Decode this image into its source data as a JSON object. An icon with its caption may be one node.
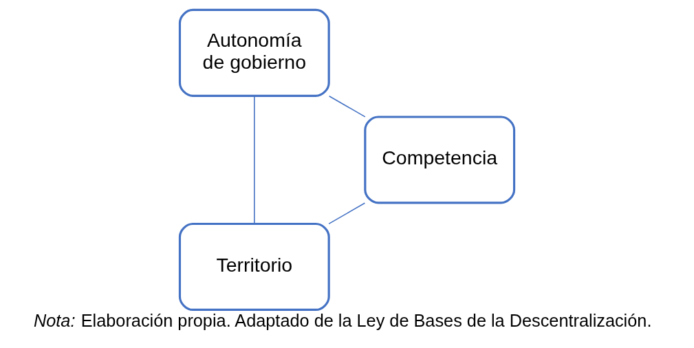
{
  "diagram": {
    "caption": "*Nota:* Elaboración propia. Adaptado de la Ley de Bases de la Descentralización.",
    "nodes": [
      {
        "text": [
          "Territorio"
        ]
      },
      {
        "text": [
          "Autonomía de gobierno"
        ]
      },
      {
        "text": [
          "Competencia"
        ]
      }
    ],
    "edges": [
      {
        "from": 0,
        "to": 1,
        "arrow": "none"
      },
      {
        "from": 1,
        "to": 2,
        "arrow": "none"
      },
      {
        "from": 2,
        "to": 0,
        "arrow": "none"
      }
    ]
  }
}
